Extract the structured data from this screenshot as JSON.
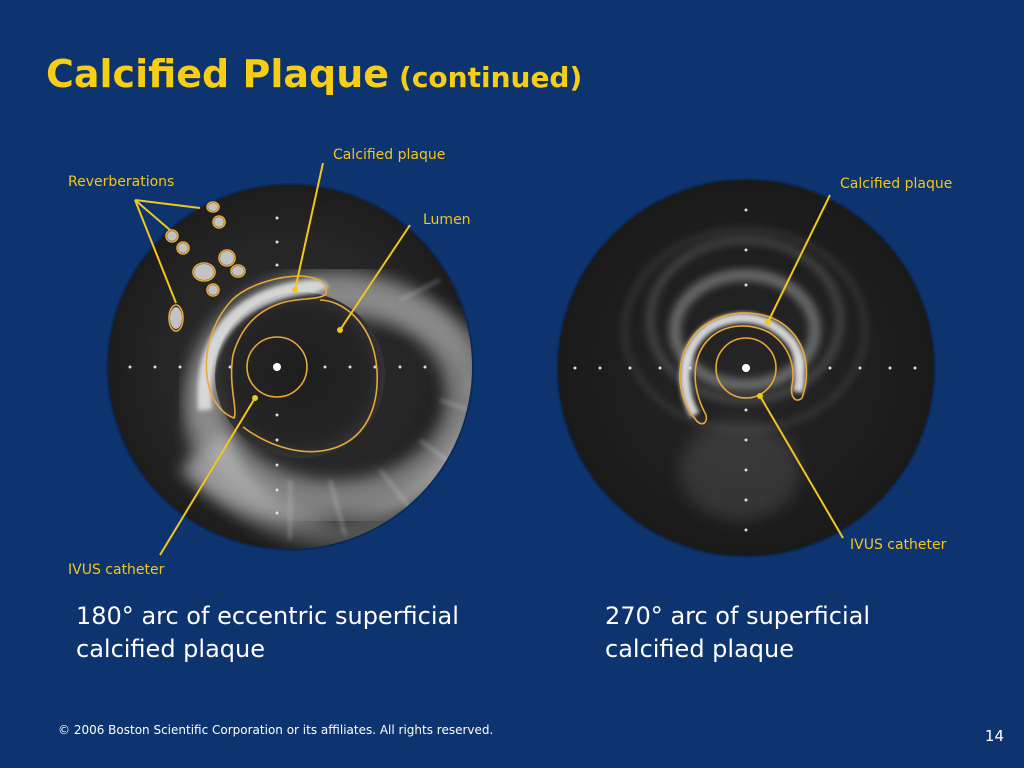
{
  "slide": {
    "title_main": "Calcified Plaque",
    "title_sub": "(continued)",
    "footer": "© 2006 Boston Scientific Corporation or its affiliates.  All rights reserved.",
    "page_number": "14"
  },
  "left_image": {
    "labels": {
      "reverberations": "Reverberations",
      "calcified_plaque": "Calcified plaque",
      "lumen": "Lumen",
      "ivus_catheter": "IVUS catheter"
    },
    "caption_line1": "180° arc of eccentric superficial",
    "caption_line2": "calcified plaque"
  },
  "right_image": {
    "labels": {
      "calcified_plaque": "Calcified plaque",
      "ivus_catheter": "IVUS catheter"
    },
    "caption_line1": "270° arc of superficial",
    "caption_line2": "calcified plaque"
  },
  "colors": {
    "background": "#0e3470",
    "title": "#f7ce16",
    "annotation": "#f1c61d",
    "outline": "#e7a83a"
  }
}
